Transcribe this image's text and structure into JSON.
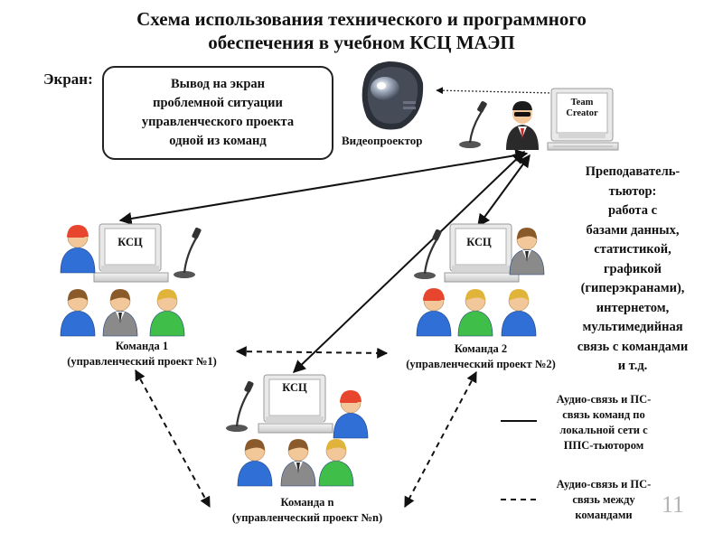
{
  "title": {
    "line1": "Схема использования технического и программного",
    "line2": "обеспечения в учебном КСЦ МАЭП"
  },
  "screen": {
    "label": "Экран:",
    "text_lines": [
      "Вывод на экран",
      "проблемной ситуации",
      "управленческого проекта",
      "одной из команд"
    ]
  },
  "projector": {
    "label": "Видеопроектор"
  },
  "teacher": {
    "monitor_label_line1": "Team",
    "monitor_label_line2": "Creator",
    "description_lines": [
      "Преподаватель-",
      "тьютор:",
      "работа с",
      "базами данных,",
      "статистикой,",
      "графикой",
      "(гиперэкранами),",
      "интернетом,",
      "мультимедийная",
      "связь с командами",
      "и т.д."
    ]
  },
  "teams": [
    {
      "monitor_label": "КСЦ",
      "name": "Команда 1",
      "project": "(управленческий проект №1)"
    },
    {
      "monitor_label": "КСЦ",
      "name": "Команда 2",
      "project": "(управленческий проект №2)"
    },
    {
      "monitor_label": "КСЦ",
      "name": "Команда n",
      "project": "(управленческий проект №n)"
    }
  ],
  "legend": {
    "solid_lines": [
      "Аудио-связь и ПС-",
      "связь команд по",
      "локальной сети с",
      "ППС-тьютором"
    ],
    "dashed_lines": [
      "Аудио-связь и ПС-",
      "связь между",
      "командами"
    ]
  },
  "page_number": "11",
  "colors": {
    "skin": "#f2c89a",
    "red_cap": "#e8452e",
    "blue_shirt": "#2f6fd6",
    "green_shirt": "#3fbf4a",
    "grey_suit": "#8a8a8a",
    "hair_brown": "#8a5a2a",
    "hair_yellow": "#e0b43a",
    "monitor_frame": "#e9e9e9"
  }
}
